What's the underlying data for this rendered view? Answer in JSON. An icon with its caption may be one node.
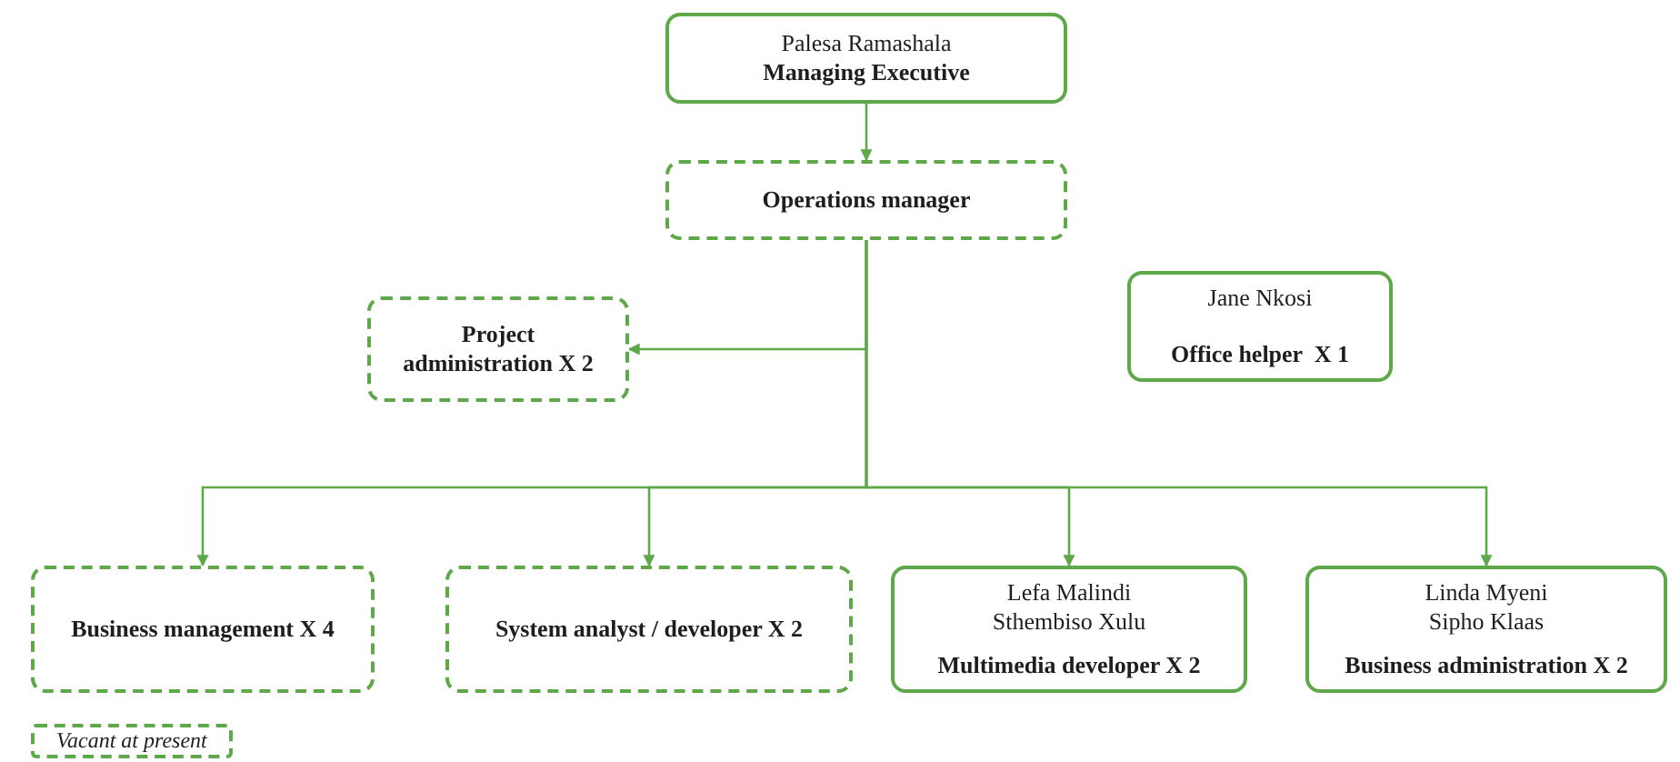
{
  "diagram": {
    "nodes": [
      {
        "text": [
          "Palesa Ramashala",
          "Managing Executive"
        ]
      },
      {
        "text": [
          "Operations manager"
        ]
      },
      {
        "text": [
          "Project administration X 2"
        ]
      },
      {
        "text": [
          "Jane Nkosi",
          "Office helper  X 1"
        ]
      },
      {
        "text": [
          "Business management X 4"
        ]
      },
      {
        "text": [
          "System analyst / developer X 2"
        ]
      },
      {
        "text": [
          "Lefa Malindi Sthembiso Xulu",
          "Multimedia developer X 2"
        ]
      },
      {
        "text": [
          "Linda Myeni Sipho Klaas",
          "Business administration X 2"
        ]
      }
    ],
    "edges": [
      {
        "from": 0,
        "to": 1,
        "arrow": "to"
      },
      {
        "from": 1,
        "to": 2,
        "arrow": "to"
      },
      {
        "from": 1,
        "to": 4,
        "arrow": "to"
      },
      {
        "from": 1,
        "to": 5,
        "arrow": "to"
      },
      {
        "from": 1,
        "to": 6,
        "arrow": "to"
      },
      {
        "from": 1,
        "to": 7,
        "arrow": "to"
      }
    ],
    "legend": [
      {
        "text": "Vacant at present"
      }
    ]
  }
}
